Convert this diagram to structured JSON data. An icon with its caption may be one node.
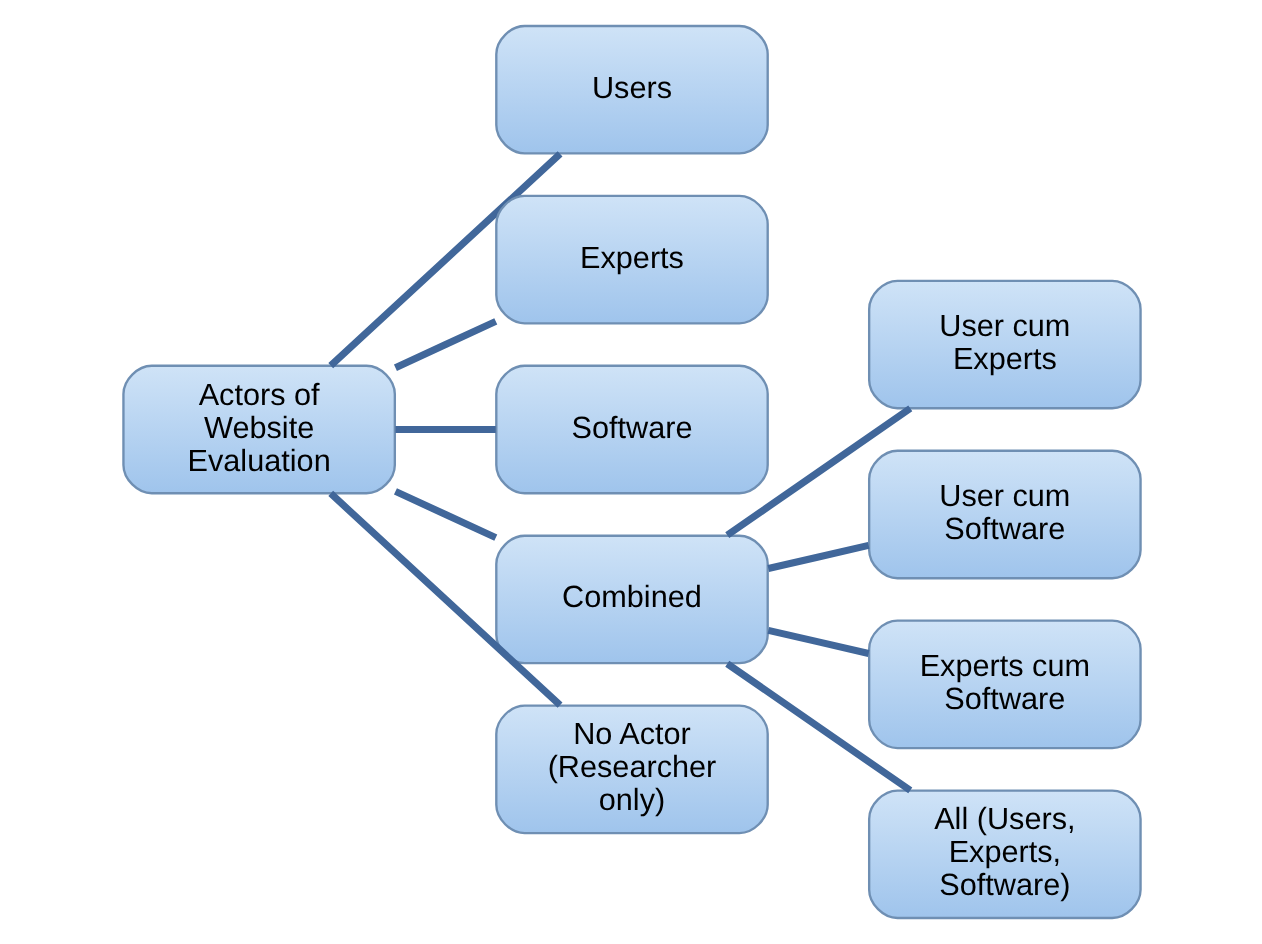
{
  "diagram": {
    "nodes": [
      {
        "text": [
          "Actors of Website Evaluation"
        ]
      },
      {
        "text": [
          "Users"
        ]
      },
      {
        "text": [
          "Experts"
        ]
      },
      {
        "text": [
          "Software"
        ]
      },
      {
        "text": [
          "Combined"
        ]
      },
      {
        "text": [
          "No Actor (Researcher only)"
        ]
      },
      {
        "text": [
          "User cum Experts"
        ]
      },
      {
        "text": [
          "User cum Software"
        ]
      },
      {
        "text": [
          "Experts cum Software"
        ]
      },
      {
        "text": [
          "All (Users, Experts, Software)"
        ]
      }
    ],
    "edges": [
      {
        "from": 0,
        "to": 1,
        "arrow": "none"
      },
      {
        "from": 0,
        "to": 2,
        "arrow": "none"
      },
      {
        "from": 0,
        "to": 3,
        "arrow": "none"
      },
      {
        "from": 0,
        "to": 4,
        "arrow": "none"
      },
      {
        "from": 0,
        "to": 5,
        "arrow": "none"
      },
      {
        "from": 4,
        "to": 6,
        "arrow": "none"
      },
      {
        "from": 4,
        "to": 7,
        "arrow": "none"
      },
      {
        "from": 4,
        "to": 8,
        "arrow": "none"
      },
      {
        "from": 4,
        "to": 9,
        "arrow": "none"
      }
    ]
  }
}
